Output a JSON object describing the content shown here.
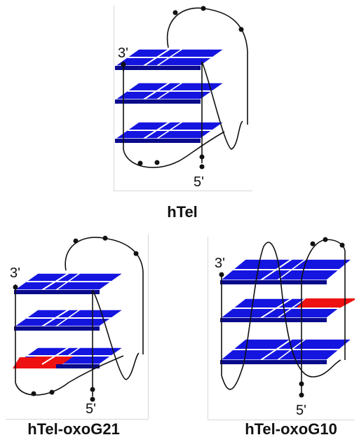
{
  "colors": {
    "tetrad": "#1515e0",
    "tetrad_dark": "#0a0a8c",
    "oxoG": "#ee1111",
    "strand": "#111111",
    "frame": "#d8d8d8"
  },
  "panels": [
    {
      "id": "htel",
      "caption": "hTel",
      "label_3prime": "3'",
      "label_5prime": "5'",
      "modified_square": "none"
    },
    {
      "id": "htel-oxog21",
      "caption": "hTel-oxoG21",
      "label_3prime": "3'",
      "label_5prime": "5'",
      "modified_square": "bottom-tetrad-front-left"
    },
    {
      "id": "htel-oxog10",
      "caption": "hTel-oxoG10",
      "label_3prime": "3'",
      "label_5prime": "5'",
      "modified_square": "middle-tetrad-back-right"
    }
  ]
}
